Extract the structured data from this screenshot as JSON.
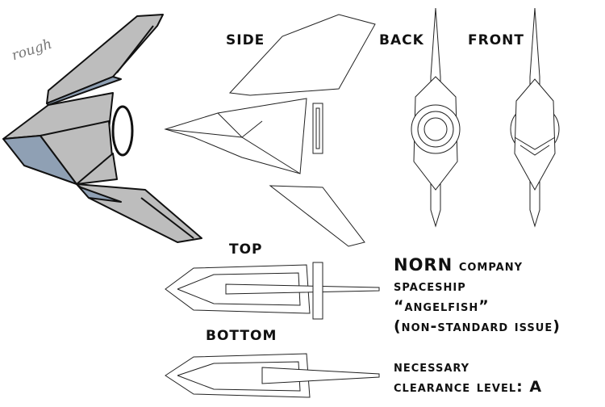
{
  "sketch_note": "rough",
  "views": {
    "side": "SIDE",
    "back": "BACK",
    "front": "FRONT",
    "top": "TOP",
    "bottom": "BOTTOM"
  },
  "description": {
    "brand": "NORN",
    "line1_rest": "company",
    "line2": "spaceship",
    "line3": "“angelfish”",
    "line4": "(non-standard issue)",
    "line5": "necessary",
    "line6": "clearance level: A"
  },
  "colors": {
    "hull_fill": "#bdbdbd",
    "hull_shadow": "#8fa0b4",
    "ink": "#111111"
  }
}
